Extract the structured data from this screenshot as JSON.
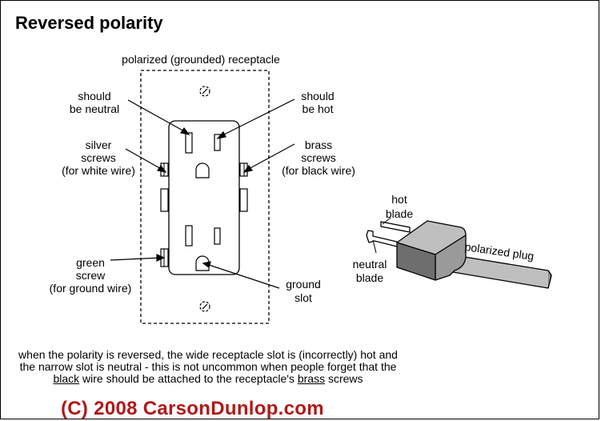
{
  "title": "Reversed polarity",
  "labels": {
    "receptacle": "polarized (grounded) receptacle",
    "should_neutral_1": "should",
    "should_neutral_2": "be neutral",
    "should_hot_1": "should",
    "should_hot_2": "be hot",
    "silver_1": "silver",
    "silver_2": "screws",
    "silver_3": "(for white wire)",
    "brass_1": "brass",
    "brass_2": "screws",
    "brass_3": "(for black wire)",
    "green_1": "green",
    "green_2": "screw",
    "green_3": "(for ground wire)",
    "ground_1": "ground",
    "ground_2": "slot",
    "hot_1": "hot",
    "hot_2": "blade",
    "neutral_1": "neutral",
    "neutral_2": "blade",
    "plug": "polarized plug"
  },
  "caption": {
    "part1": "when the polarity is reversed, the wide receptacle slot is (incorrectly) hot and the narrow slot is neutral - this is not uncommon when people forget that the ",
    "underline1": "black",
    "part2": " wire should be attached to the receptacle's ",
    "underline2": "brass",
    "part3": " screws"
  },
  "copyright": "(C) 2008 CarsonDunlop.com",
  "colors": {
    "copyright": "#b01818",
    "plug_top": "#bfbfbf",
    "plug_front": "#6e6e6e",
    "slot_fill": "#ffffff"
  }
}
